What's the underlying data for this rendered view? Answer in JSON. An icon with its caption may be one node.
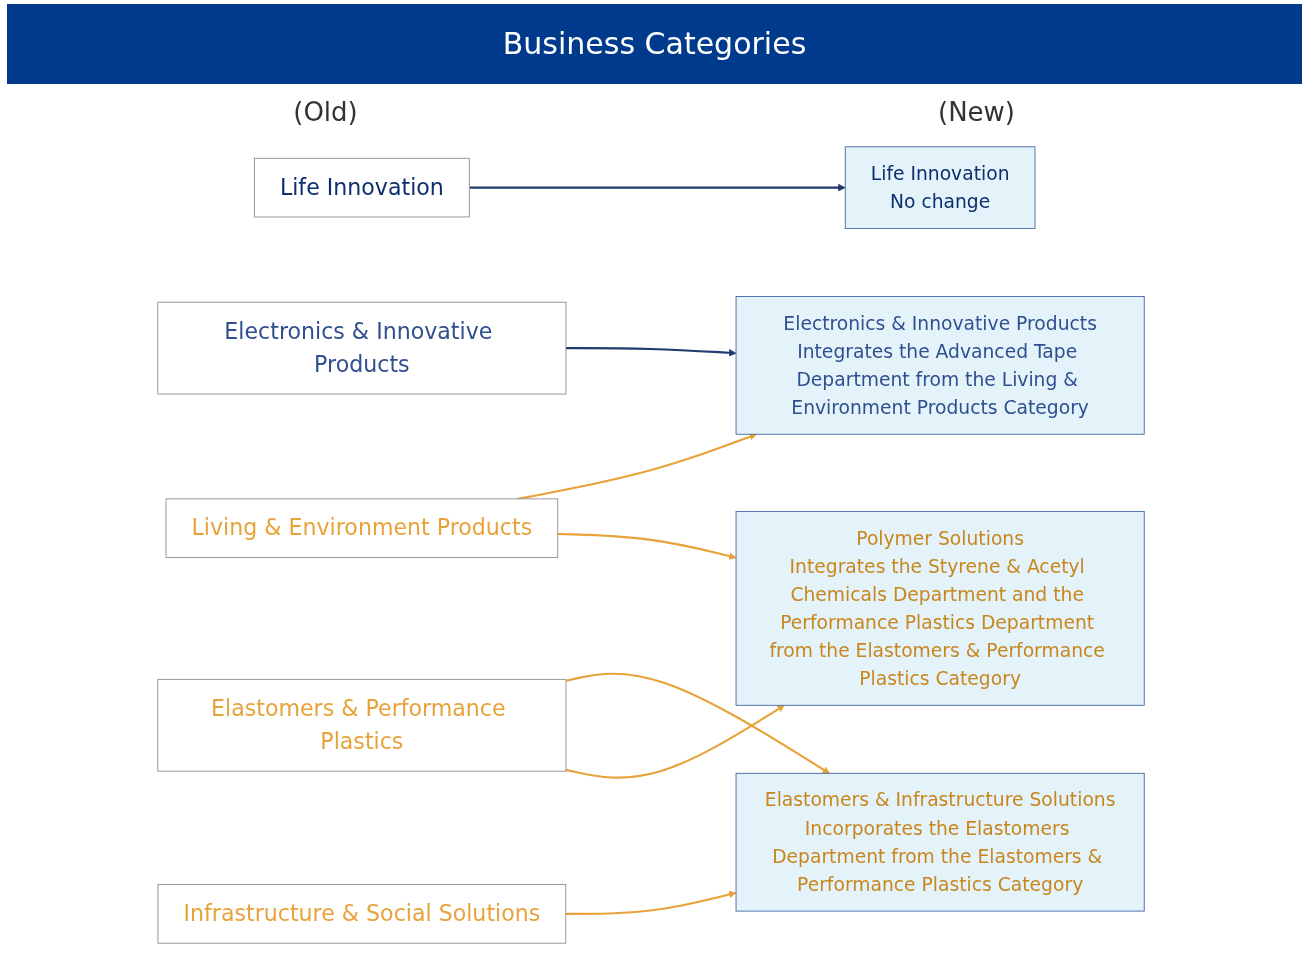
{
  "diagram": {
    "title": "Business Categories",
    "nodes": [
      {
        "text": [
          "Electronics & Innovative Products"
        ]
      },
      {
        "text": [
          "Life Innovation"
        ]
      },
      {
        "text": [
          "Infrastructure & Social Solutions"
        ]
      },
      {
        "text": [
          "Elastomers & Performance Plastics"
        ]
      },
      {
        "text": [
          "Living & Environment Products"
        ]
      },
      {
        "text": [
          "Electronics & Innovative Products",
          "Integrates the Advanced Tape Department from the Living & Environment Products Category"
        ]
      },
      {
        "text": [
          "Life Innovation",
          "No change"
        ]
      },
      {
        "text": [
          "Elastomers & Infrastructure Solutions",
          "Incorporates the Elastomers Department from the Elastomers & Performance Plastics Category"
        ]
      },
      {
        "text": [
          "Polymer Solutions",
          "Integrates the Styrene & Acetyl Chemicals Department and the Performance Plastics Department from the Elastomers & Performance Plastics Category"
        ]
      }
    ],
    "edges": [
      {
        "from": 0,
        "to": 5,
        "arrow": "to",
        "color": "#1f3a6e"
      },
      {
        "from": 4,
        "to": 5,
        "arrow": "to"
      },
      {
        "from": 1,
        "to": 6,
        "arrow": "to",
        "color": "#1f3a6e"
      },
      {
        "from": 2,
        "to": 7,
        "arrow": "to"
      },
      {
        "from": 3,
        "to": 7,
        "arrow": "to"
      },
      {
        "from": 3,
        "to": 8,
        "arrow": "to"
      },
      {
        "from": 4,
        "to": 8,
        "arrow": "to"
      }
    ],
    "labels": [
      "(Old)",
      "(New)"
    ]
  }
}
